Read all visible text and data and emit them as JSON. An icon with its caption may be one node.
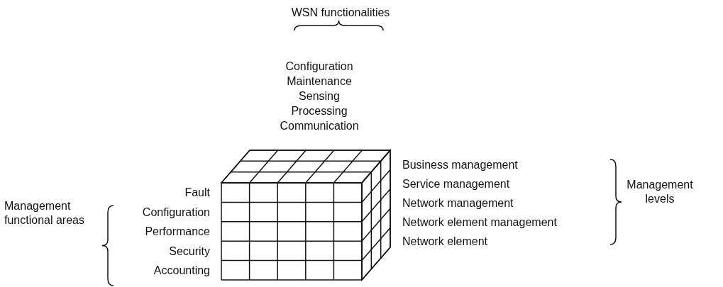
{
  "diagram": {
    "labels": [
      "WSN functionalities",
      "Configuration",
      "Maintenance",
      "Sensing",
      "Processing",
      "Communication",
      "Business management",
      "Service management",
      "Network management",
      "Network element management",
      "Network element",
      "Management levels",
      "Management functional areas",
      "Fault",
      "Configuration",
      "Performance",
      "Security",
      "Accounting"
    ]
  }
}
